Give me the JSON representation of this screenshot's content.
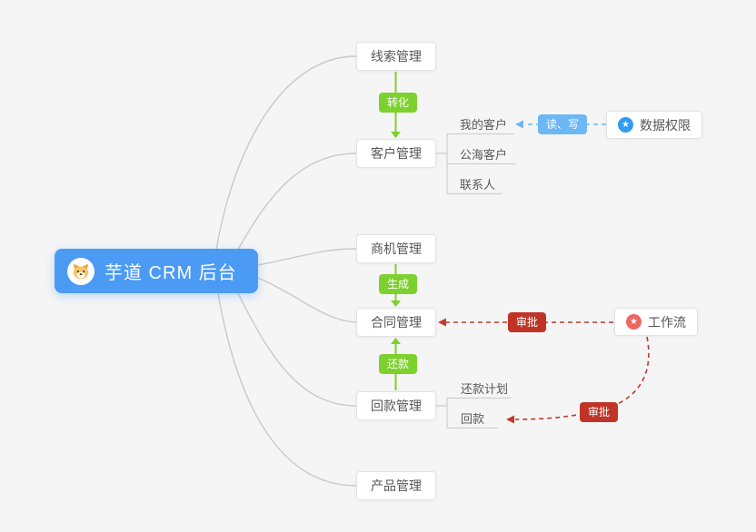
{
  "root": {
    "label": "芋道 CRM 后台",
    "color": "#4b9bf5"
  },
  "nodes": {
    "leads": {
      "label": "线索管理"
    },
    "customers": {
      "label": "客户管理"
    },
    "opportunities": {
      "label": "商机管理"
    },
    "contracts": {
      "label": "合同管理"
    },
    "receivables": {
      "label": "回款管理"
    },
    "products": {
      "label": "产品管理"
    },
    "data_permission": {
      "label": "数据权限"
    },
    "workflow": {
      "label": "工作流"
    }
  },
  "sub_nodes": {
    "my_customers": {
      "label": "我的客户"
    },
    "public_sea_customers": {
      "label": "公海客户"
    },
    "contacts": {
      "label": "联系人"
    },
    "repayment_plan": {
      "label": "还款计划"
    },
    "repayment": {
      "label": "回款"
    }
  },
  "edge_labels": {
    "convert": "转化",
    "generate": "生成",
    "repay": "还款",
    "read_write": "读、写",
    "approve_contract": "审批",
    "approve_repayment": "审批"
  },
  "icons": {
    "star": "★",
    "root_icon": "dog-face"
  },
  "colors": {
    "canvas_bg": "#f5f5f6",
    "root_blue": "#4b9bf5",
    "green_badge": "#7dd12e",
    "blue_badge": "#6cb7f6",
    "red_badge": "#c03427",
    "blue_dash": "#6cb7f6",
    "red_dash": "#c0392b",
    "gray_line": "#cccccc"
  }
}
